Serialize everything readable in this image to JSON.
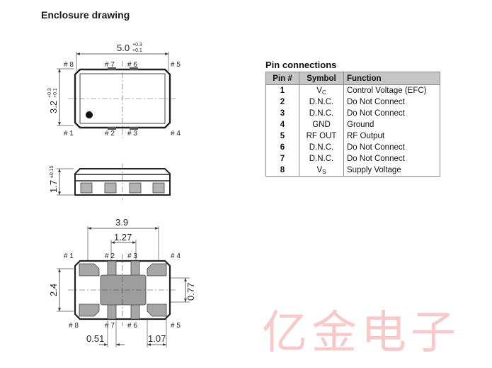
{
  "title": "Enclosure drawing",
  "top_view": {
    "width_main": "5.0",
    "width_tol_plus": "+0.3",
    "width_tol_minus": "+0.1",
    "height_main": "3.2",
    "height_tol_plus": "+0.3",
    "height_tol_minus": "+0.1",
    "pin_labels": [
      "# 8",
      "# 7",
      "# 6",
      "# 5",
      "# 1",
      "# 2",
      "# 3",
      "# 4"
    ]
  },
  "side_view": {
    "height_main": "1.7",
    "height_tol": "±0.15"
  },
  "footprint": {
    "dim_total": "3.9",
    "dim_pitch": "1.27",
    "dim_height": "2.4",
    "dim_pad": "0.77",
    "dim_pad_width": "0.51",
    "dim_side_pad": "1.07",
    "pin_labels": [
      "# 1",
      "# 2",
      "# 3",
      "# 4",
      "# 8",
      "# 7",
      "# 6",
      "# 5"
    ]
  },
  "pin_table": {
    "title": "Pin connections",
    "headers": [
      "Pin #",
      "Symbol",
      "Function"
    ],
    "rows": [
      {
        "pin": "1",
        "symbol": "V",
        "symbol_sub": "C",
        "function": "Control Voltage (EFC)"
      },
      {
        "pin": "2",
        "symbol": "D.N.C.",
        "symbol_sub": "",
        "function": "Do Not Connect"
      },
      {
        "pin": "3",
        "symbol": "D.N.C.",
        "symbol_sub": "",
        "function": "Do Not Connect"
      },
      {
        "pin": "4",
        "symbol": "GND",
        "symbol_sub": "",
        "function": "Ground"
      },
      {
        "pin": "5",
        "symbol": "RF OUT",
        "symbol_sub": "",
        "function": "RF Output"
      },
      {
        "pin": "6",
        "symbol": "D.N.C.",
        "symbol_sub": "",
        "function": "Do Not Connect"
      },
      {
        "pin": "7",
        "symbol": "D.N.C.",
        "symbol_sub": "",
        "function": "Do Not Connect"
      },
      {
        "pin": "8",
        "symbol": "V",
        "symbol_sub": "S",
        "function": "Supply Voltage"
      }
    ]
  },
  "watermark": "亿金电子"
}
